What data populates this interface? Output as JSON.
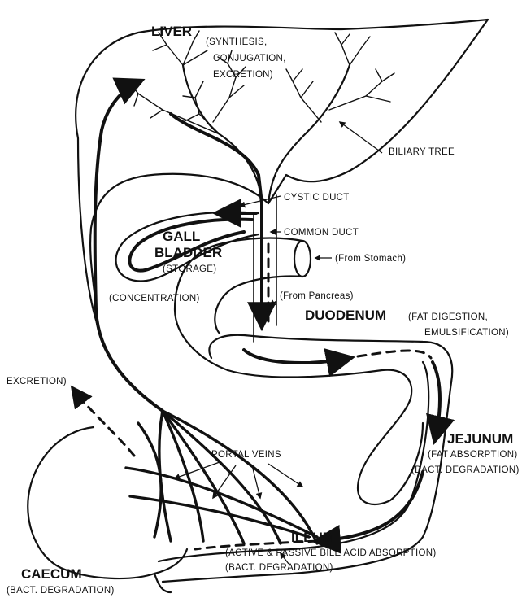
{
  "labels": {
    "liver": "LIVER",
    "liver_functions": [
      "(SYNTHESIS,",
      "CONJUGATION,",
      "EXCRETION)"
    ],
    "biliary_tree": "BILIARY TREE",
    "cystic_duct": "CYSTIC DUCT",
    "common_duct": "COMMON DUCT",
    "gall": "GALL",
    "bladder": "BLADDER",
    "storage": "(STORAGE)",
    "concentration": "(CONCENTRATION)",
    "from_stomach": "(From Stomach)",
    "from_pancreas": "(From Pancreas)",
    "duodenum": "DUODENUM",
    "duodenum_fn": [
      "(FAT DIGESTION,",
      "EMULSIFICATION)"
    ],
    "excretion": "EXCRETION)",
    "portal_veins": "PORTAL VEINS",
    "jejunum": "JEJUNUM",
    "jejunum_fn": [
      "(FAT ABSORPTION)",
      "(BACT. DEGRADATION)"
    ],
    "ileum": "ILEUM",
    "ileum_fn": [
      "(ACTIVE & PASSIVE BILE ACID ABSORPTION)",
      "(BACT. DEGRADATION)"
    ],
    "caecum": "CAECUM",
    "caecum_fn": "(BACT. DEGRADATION)"
  }
}
